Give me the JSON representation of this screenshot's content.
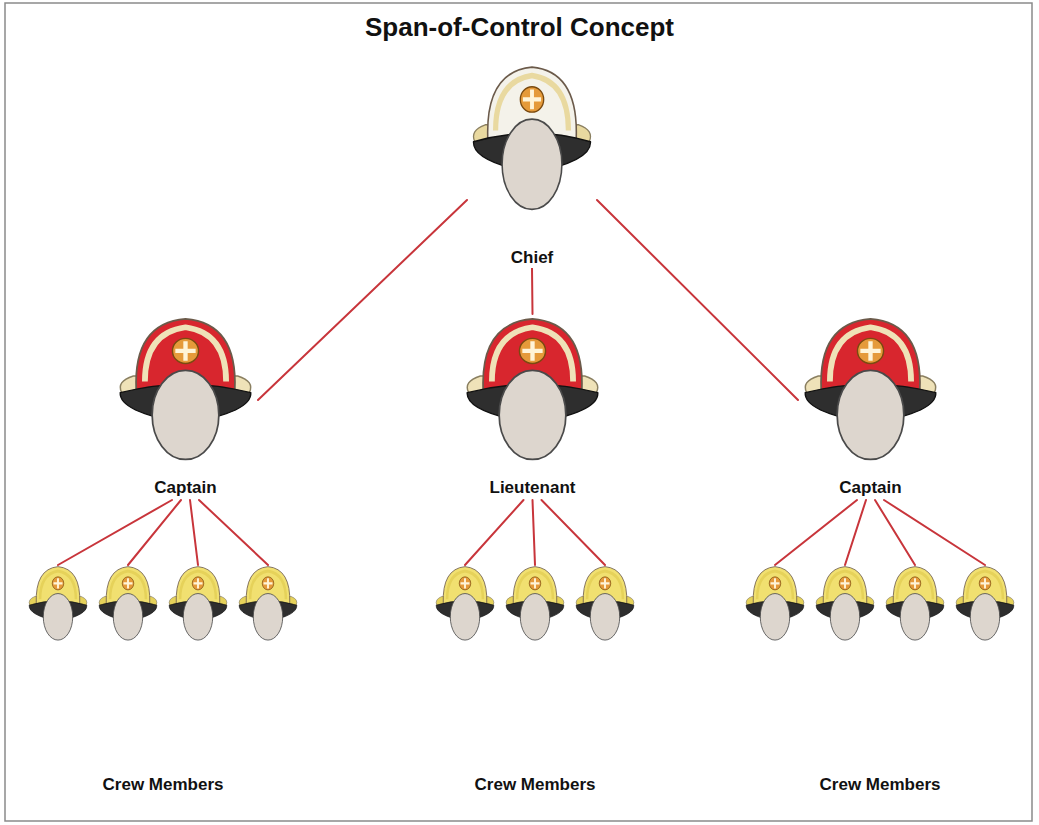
{
  "diagram": {
    "title": "Span-of-Control Concept",
    "nodes": [
      {
        "text": [
          "Chief"
        ]
      },
      {
        "text": [
          "Captain"
        ]
      },
      {
        "text": [
          "Lieutenant"
        ]
      },
      {
        "text": [
          "Captain"
        ]
      },
      {
        "text": [
          "Crew Members"
        ]
      },
      {
        "text": [
          "Crew Members"
        ]
      },
      {
        "text": [
          "Crew Members"
        ]
      }
    ],
    "edges": [
      {
        "from": 0,
        "to": 1,
        "arrow": "none"
      },
      {
        "from": 0,
        "to": 2,
        "arrow": "none"
      },
      {
        "from": 0,
        "to": 3,
        "arrow": "none"
      },
      {
        "from": 1,
        "to": 4,
        "arrow": "none"
      },
      {
        "from": 2,
        "to": 5,
        "arrow": "none"
      },
      {
        "from": 3,
        "to": 6,
        "arrow": "none"
      }
    ]
  }
}
